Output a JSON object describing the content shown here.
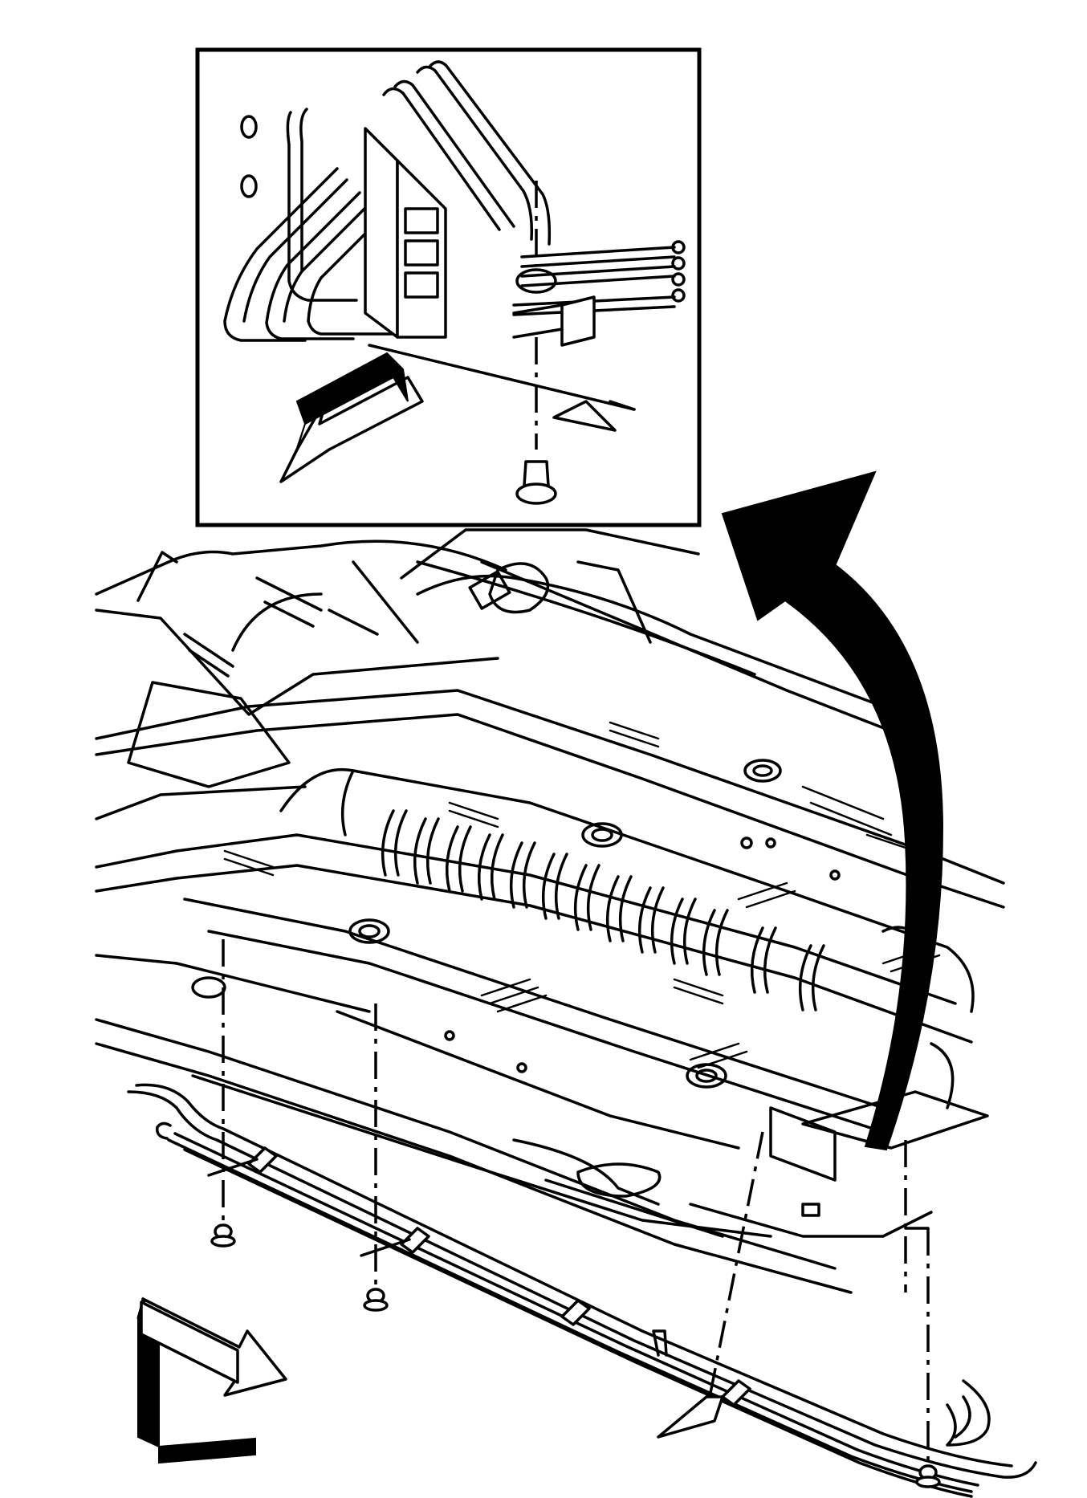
{
  "diagram": {
    "inset": {
      "label": ""
    },
    "parts": [
      {
        "id": "fuel-brake-line-bundle"
      },
      {
        "id": "line-retainer-clip"
      },
      {
        "id": "retainer-bolt"
      },
      {
        "id": "underbody-floor-pan"
      }
    ],
    "icons": {
      "front_direction_inset": "forward-direction-arrow-icon",
      "front_direction_main": "forward-direction-arrow-icon",
      "detail_callout": "curved-callout-arrow-icon"
    },
    "colors": {
      "ink": "#000000",
      "paper": "#ffffff"
    }
  }
}
